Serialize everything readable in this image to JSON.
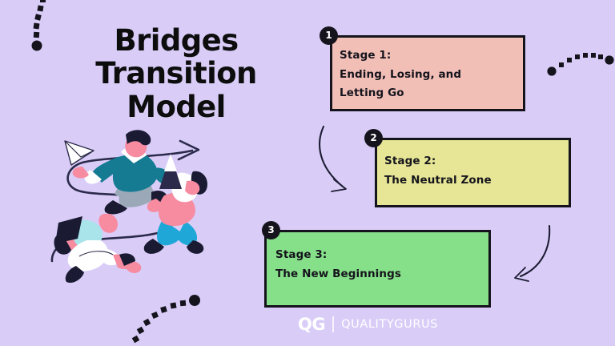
{
  "slide": {
    "background_color": "#d9cdf8",
    "title_lines": [
      "Bridges",
      "Transition",
      "Model"
    ],
    "title_color": "#0d0d0d"
  },
  "stages": [
    {
      "badge": "1",
      "lines": [
        "Stage 1:",
        "Ending, Losing, and",
        "Letting Go"
      ],
      "fill_color": "#f2bfb7",
      "border_color": "#15141c"
    },
    {
      "badge": "2",
      "lines": [
        "Stage 2:",
        "The Neutral Zone"
      ],
      "fill_color": "#e6e696",
      "border_color": "#15141c"
    },
    {
      "badge": "3",
      "lines": [
        "Stage 3:",
        "The New Beginnings"
      ],
      "fill_color": "#86df89",
      "border_color": "#15141c"
    }
  ],
  "logo": {
    "mark": "QG",
    "wordmark": "QUALITYGURUS",
    "color": "#ffffff"
  },
  "decorations": {
    "dotted_arc_top_left": "dotted-arc-icon",
    "dotted_arc_top_right": "dotted-arc-icon",
    "dotted_arc_bottom_left": "dotted-arc-icon",
    "curved_arrow_1_to_2": "curved-arrow-icon",
    "curved_arrow_2_to_3": "curved-arrow-icon",
    "illustration": "people-on-winding-path-illustration"
  }
}
